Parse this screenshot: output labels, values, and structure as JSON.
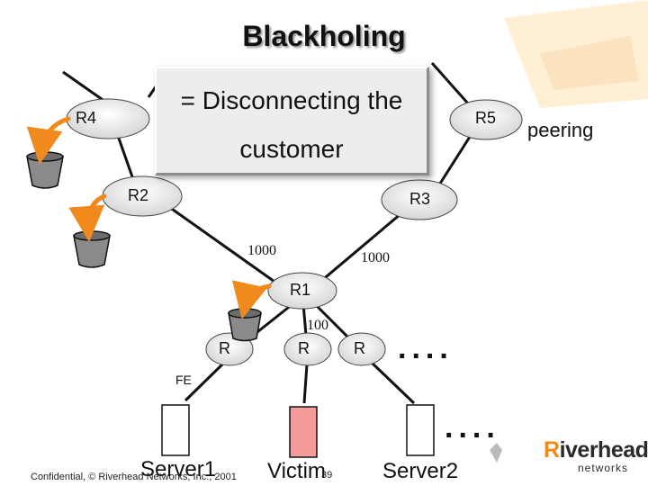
{
  "title": "Blackholing",
  "callout": {
    "line1": "= Disconnecting the",
    "line2": "customer"
  },
  "routers": {
    "r4": "R4",
    "r5": "R5",
    "r2": "R2",
    "r3": "R3",
    "r1": "R1",
    "r_left": "R",
    "r_mid": "R",
    "r_right": "R"
  },
  "peering_label": "peering",
  "link_labels": {
    "r2_r1": "1000",
    "r3_r1": "1000",
    "r1_r": "100"
  },
  "fe_label": "FE",
  "servers": {
    "server1": "Server1",
    "victim": "Victim",
    "server2": "Server2"
  },
  "dots_upper": "....",
  "dots_lower": "....",
  "footer": {
    "confidential": "Confidential, © Riverhead Networks, Inc., 2001",
    "page_number": "39"
  },
  "logo": {
    "brand_initial": "R",
    "brand_rest": "iverhead",
    "subtext": "networks"
  },
  "colors": {
    "router_fill": "#e8e8e8",
    "arrow_orange": "#f08a1c",
    "victim_fill": "#f59a9a",
    "callout_bg": "#ededed"
  }
}
